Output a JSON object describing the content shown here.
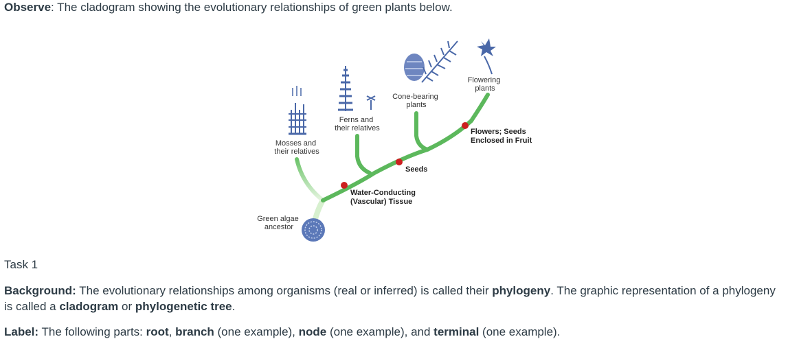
{
  "observe": {
    "label": "Observe",
    "text": ": The cladogram showing the evolutionary relationships of green plants below."
  },
  "diagram": {
    "terminals": {
      "mosses": [
        "Mosses and",
        "their relatives"
      ],
      "ferns": [
        "Ferns and",
        "their relatives"
      ],
      "cone": [
        "Cone-bearing",
        "plants"
      ],
      "flowering": [
        "Flowering",
        "plants"
      ]
    },
    "root": [
      "Green algae",
      "ancestor"
    ],
    "traits": {
      "vascular": [
        "Water-Conducting",
        "(Vascular) Tissue"
      ],
      "seeds": "Seeds",
      "flowers": [
        "Flowers; Seeds",
        "Enclosed in Fruit"
      ]
    },
    "colors": {
      "branch": "#5cb85c",
      "branch_light": "#d7f0cf",
      "node_marker": "#cc1f1f",
      "illustration": "#4a68a8"
    }
  },
  "task": {
    "heading": "Task 1",
    "background_label": "Background:",
    "background_text_1": " The evolutionary relationships among organisms (real or inferred) is called their ",
    "term_phylogeny": "phylogeny",
    "background_text_2": ". The graphic representation of a phylogeny is called a ",
    "term_cladogram": "cladogram",
    "background_text_3": " or ",
    "term_phylogenetic_tree": "phylogenetic tree",
    "background_text_4": ".",
    "label_label": "Label:",
    "label_text_1": " The following parts: ",
    "term_root": "root",
    "label_text_2": ", ",
    "term_branch": "branch",
    "label_text_3": " (one example), ",
    "term_node": "node",
    "label_text_4": " (one example), and ",
    "term_terminal": "terminal",
    "label_text_5": " (one example)."
  }
}
